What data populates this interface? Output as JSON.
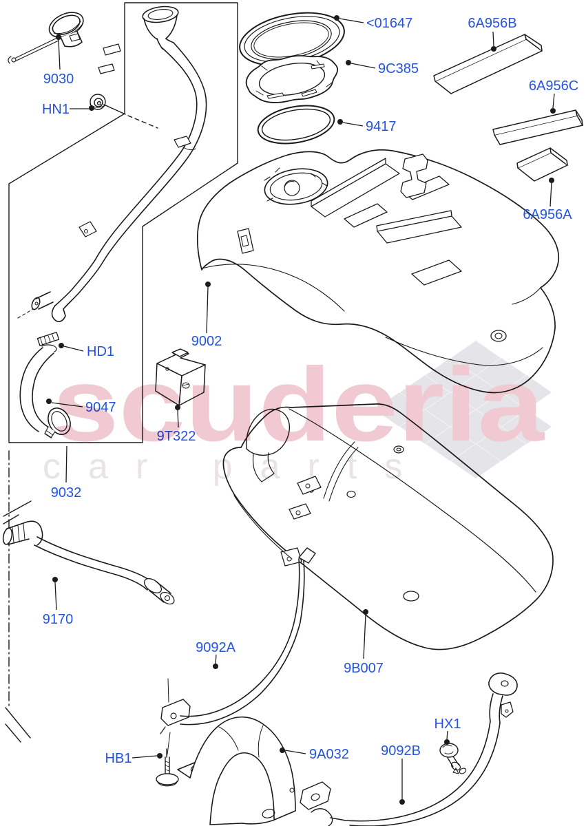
{
  "watermark": {
    "brand": "scuderia",
    "tagline": "car parts",
    "brand_color": "#f0c9d2",
    "tagline_color": "#e9e3e5",
    "flag_color": "#e4e4e9"
  },
  "colors": {
    "label_text": "#2453e2",
    "line_art": "#1b1b1b",
    "background": "#ffffff"
  },
  "parts": [
    {
      "label": "9030",
      "name": "fuel-filler-cap"
    },
    {
      "label": "HN1",
      "name": "filler-pipe-nut"
    },
    {
      "label": "<01647",
      "name": "filler-cover-ring"
    },
    {
      "label": "9C385",
      "name": "sender-lock-ring"
    },
    {
      "label": "9417",
      "name": "seal-ring"
    },
    {
      "label": "6A956B",
      "name": "foam-pad-b"
    },
    {
      "label": "6A956C",
      "name": "foam-pad-c"
    },
    {
      "label": "6A956A",
      "name": "foam-pad-a"
    },
    {
      "label": "9002",
      "name": "fuel-tank"
    },
    {
      "label": "HD1",
      "name": "hose-clamp"
    },
    {
      "label": "9047",
      "name": "filler-hose"
    },
    {
      "label": "9T322",
      "name": "vapor-bracket"
    },
    {
      "label": "9032",
      "name": "filler-pipe-assembly"
    },
    {
      "label": "9170",
      "name": "vent-hose"
    },
    {
      "label": "9092A",
      "name": "tank-strap-front"
    },
    {
      "label": "9B007",
      "name": "tank-shield-tray"
    },
    {
      "label": "HB1",
      "name": "strap-bolt"
    },
    {
      "label": "9A032",
      "name": "heat-shield"
    },
    {
      "label": "9092B",
      "name": "tank-strap-rear"
    },
    {
      "label": "HX1",
      "name": "push-clip"
    }
  ]
}
